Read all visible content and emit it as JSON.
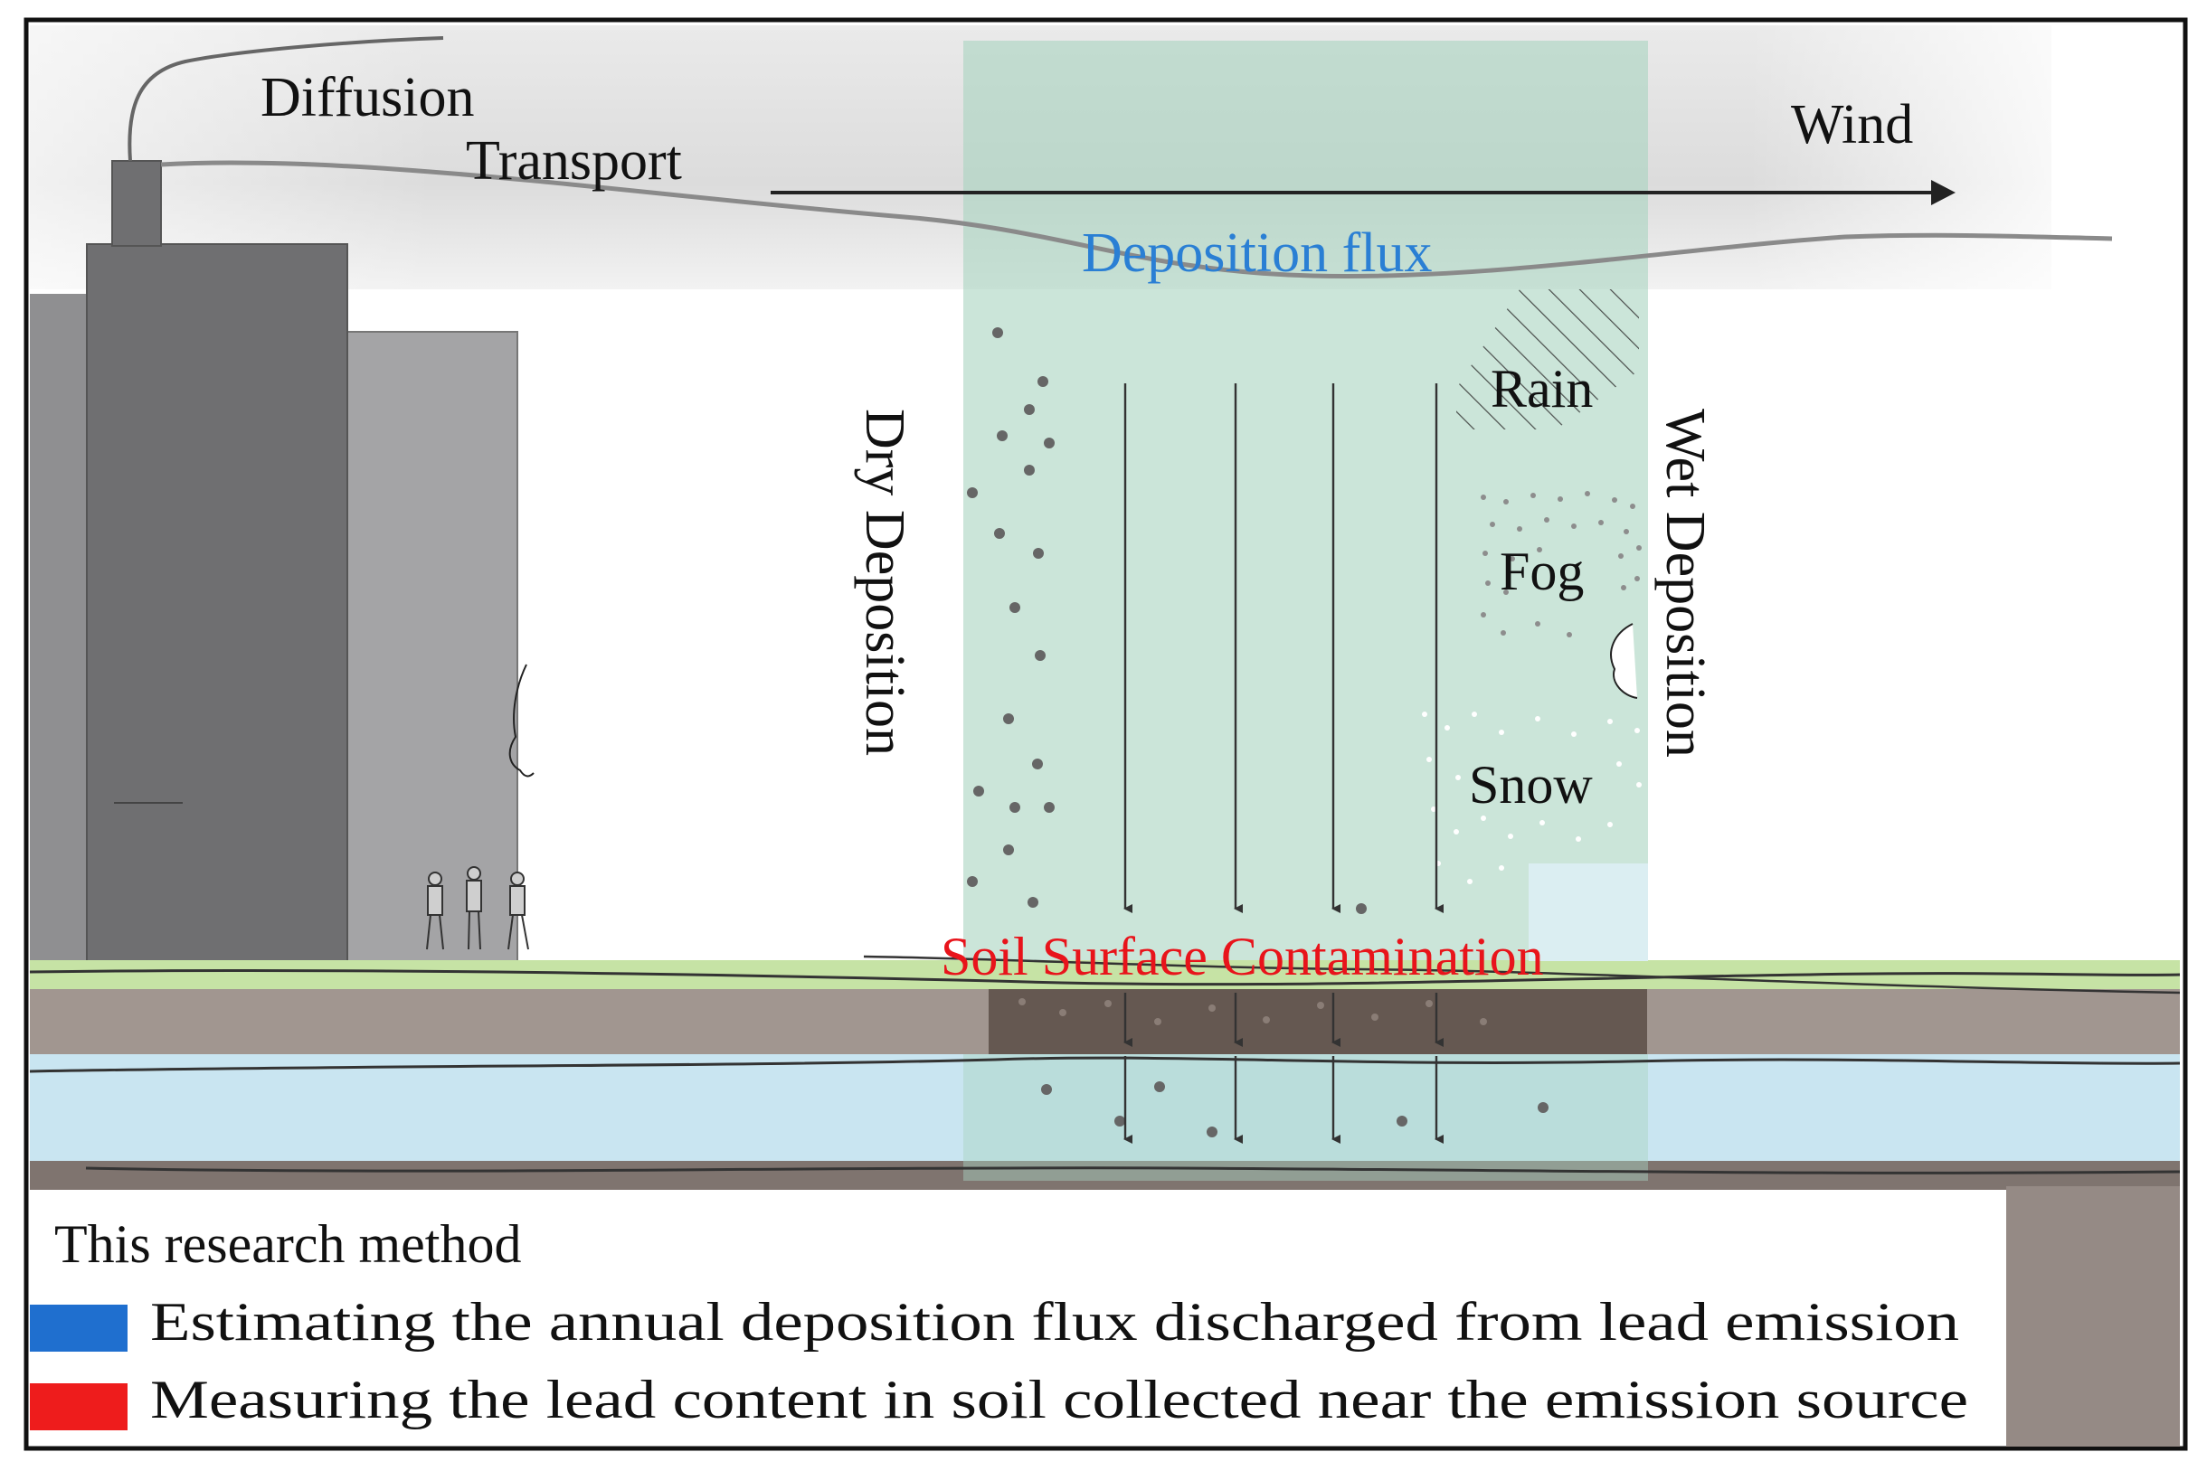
{
  "labels": {
    "diffusion": "Diffusion",
    "transport": "Transport",
    "wind": "Wind",
    "deposition_flux": "Deposition flux",
    "dry_deposition": "Dry Deposition",
    "wet_deposition": "Wet Deposition",
    "rain": "Rain",
    "fog": "Fog",
    "snow": "Snow",
    "soil_surface": "Soil Surface Contamination"
  },
  "legend": {
    "title": "This research method",
    "items": [
      {
        "label": "Estimating the annual deposition flux discharged from lead emission",
        "color": "#1f6fcf"
      },
      {
        "label": "Measuring the lead content in soil collected near the emission source",
        "color": "#ee1c1c"
      }
    ]
  },
  "colors": {
    "deposition_flux_text": "#2a7fd4",
    "soil_surface_text": "#e8141b",
    "zone_fill": "#b9dccd",
    "building_dark": "#6f6f71",
    "building_light": "#a3a3a5",
    "grass": "#c6e3a5",
    "soil": "#a19690",
    "groundwater": "#c9e5f1"
  }
}
